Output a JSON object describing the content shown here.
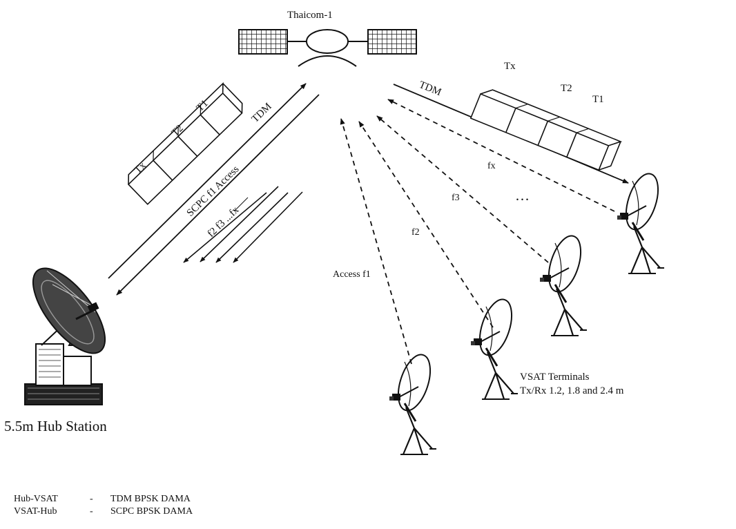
{
  "satellite": {
    "name": "Thaicom-1"
  },
  "hub": {
    "label": "5.5m Hub Station"
  },
  "outbound": {
    "link_label": "TDM",
    "frame_slots": [
      "Tx",
      "T2",
      "T1"
    ],
    "carrier_label": "fx"
  },
  "inbound": {
    "link_label": "SCPC f1 Access",
    "frame_slots": [
      "Tx",
      "T2",
      "T1"
    ],
    "carriers_label": "f2  f3 ...fx",
    "vsat_carriers": [
      "Access  f1",
      "f2",
      "f3",
      "fx"
    ],
    "more_marker": "…"
  },
  "vsat": {
    "title": "VSAT  Terminals",
    "sizes": "Tx/Rx  1.2, 1.8 and 2.4 m"
  },
  "legend": [
    {
      "link": "Hub-VSAT",
      "sep": "-",
      "scheme": "TDM BPSK DAMA"
    },
    {
      "link": "VSAT-Hub",
      "sep": "-",
      "scheme": "SCPC BPSK DAMA"
    }
  ]
}
